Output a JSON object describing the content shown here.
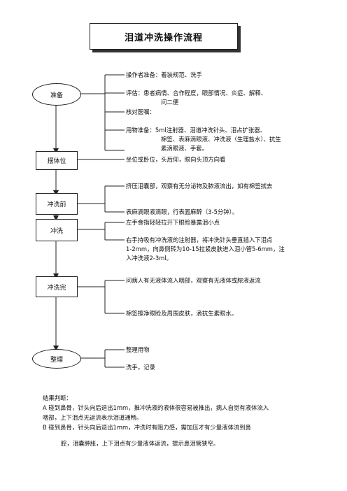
{
  "title": "泪道冲洗操作流程",
  "steps": [
    {
      "label": "准备"
    },
    {
      "label": "摆体位"
    },
    {
      "label": "冲洗前"
    },
    {
      "label": "冲洗"
    },
    {
      "label": "冲洗完"
    },
    {
      "label": "整理"
    }
  ],
  "prep_items": [
    "操作者准备：着装规范、洗手",
    "评估：患者病情、合作程度，眼部情况、炎症、解释、",
    "问二便",
    "核对医嘱：",
    "用物准备：5ml注射器、泪道冲洗针头、泪占扩张器、",
    "棉签、表麻滴眼液、冲洗液（生理盐水）、抗生",
    "素滴眼液、手套。"
  ],
  "position_text": "坐位或卧位，头后仰，眼向头顶方向看",
  "pre_wash_items": [
    "挤压泪囊部，观察有无分泌物及脓液流出，如有棉签拭去",
    "表麻滴眼液滴眼，行表面麻醉（3-5分钟）。"
  ],
  "wash_items": [
    "左手食指轻轻拉开下眼睑暴露泪小点",
    "右手持吸有冲洗液的注射器，将冲洗针头垂直插入下泪点",
    "1-2mm，向鼻侧转为10-15拉紧皮肤进入泪小管5-6mm，注",
    "入冲洗液2-3ml。"
  ],
  "post_wash_items": [
    "问病人有无液体流入咽部，观察有无液体或脓液返流",
    "棉签擦净眼睑及周围皮肤，滴抗生素眼水。"
  ],
  "tidy_items": [
    "整理用物",
    "洗手，记录"
  ],
  "conclusion": {
    "heading": "结果判断：",
    "lines": [
      "A 碰到鼻骨，针头向后退出1mm，推冲洗液的液体很容易被推出，病人自觉有液体流入",
      "咽部，上下泪点无返流表示泪道通畅。",
      "B 碰到鼻骨，针头向后退出1mm，冲洗时有阻力感，需加压才有少量液体流到鼻",
      "腔，泪囊肿胀，上下泪点有少量液体返流，提示鼻泪管狭窄。"
    ]
  }
}
